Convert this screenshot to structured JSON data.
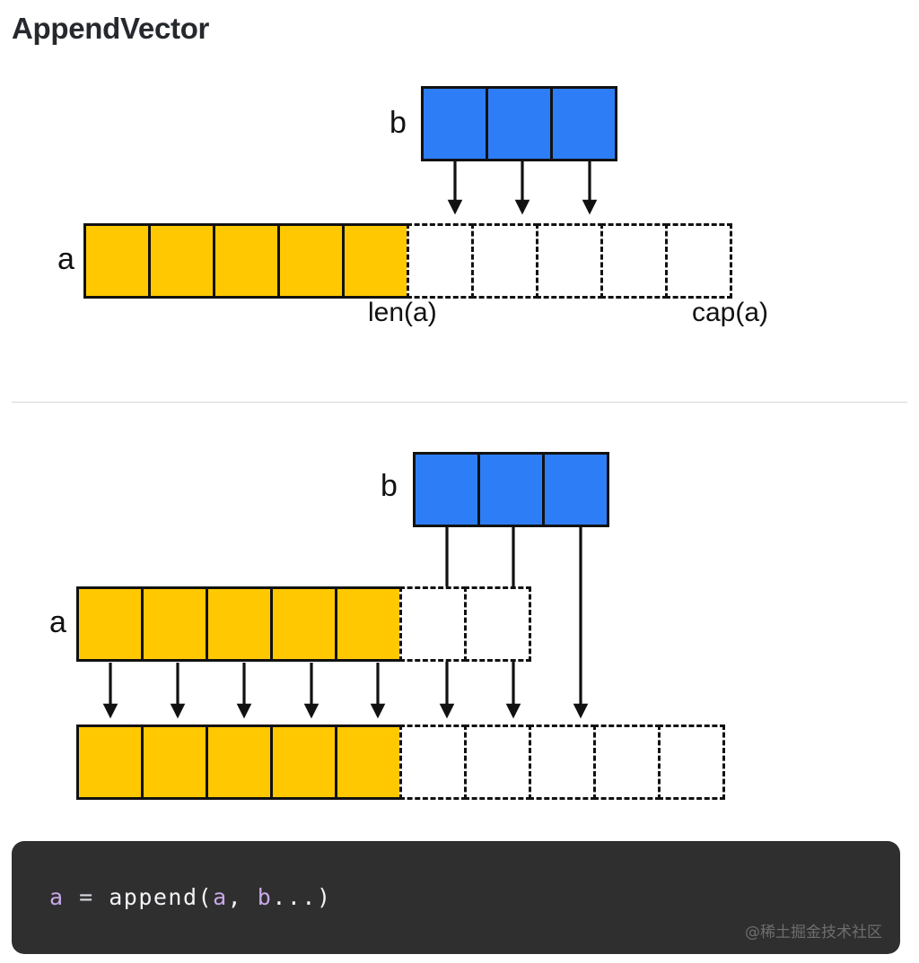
{
  "page": {
    "title": "AppendVector",
    "background_color": "#ffffff",
    "text_color": "#25292e"
  },
  "colors": {
    "yellow": "#FFC800",
    "blue": "#2D7DF6",
    "stroke": "#111111",
    "divider": "#d8d8d8",
    "code_bg": "#2f2f2f",
    "code_var": "#c9a8e8",
    "code_text": "#f2f4f7"
  },
  "diagram_top": {
    "source_array": {
      "label": "b",
      "cells": 3,
      "fill": "blue"
    },
    "target_array": {
      "label": "a",
      "filled_cells": 5,
      "empty_cells": 5,
      "fill": "yellow"
    },
    "arrows": {
      "count": 3,
      "from": "b",
      "to": "a-spare-capacity"
    },
    "captions": {
      "len": "len(a)",
      "cap": "cap(a)"
    }
  },
  "diagram_bottom": {
    "source_array": {
      "label": "b",
      "cells": 3,
      "fill": "blue"
    },
    "old_array": {
      "label": "a",
      "filled_cells": 5,
      "empty_cells": 2,
      "fill": "yellow"
    },
    "new_array": {
      "filled_cells": 5,
      "empty_cells": 5,
      "fill": "yellow"
    },
    "copy_arrows": {
      "count": 5,
      "from": "old-a",
      "to": "new-a"
    },
    "append_arrows": {
      "count": 3,
      "from": "b",
      "to": "new-a"
    }
  },
  "code": {
    "tokens": [
      {
        "text": "a",
        "type": "var"
      },
      {
        "text": " = ",
        "type": "op"
      },
      {
        "text": "append",
        "type": "fn"
      },
      {
        "text": "(",
        "type": "pn"
      },
      {
        "text": "a",
        "type": "var"
      },
      {
        "text": ", ",
        "type": "pn"
      },
      {
        "text": "b",
        "type": "var"
      },
      {
        "text": "...)",
        "type": "pn"
      }
    ],
    "full_text": "a = append(a, b...)",
    "watermark": "@稀土掘金技术社区"
  }
}
